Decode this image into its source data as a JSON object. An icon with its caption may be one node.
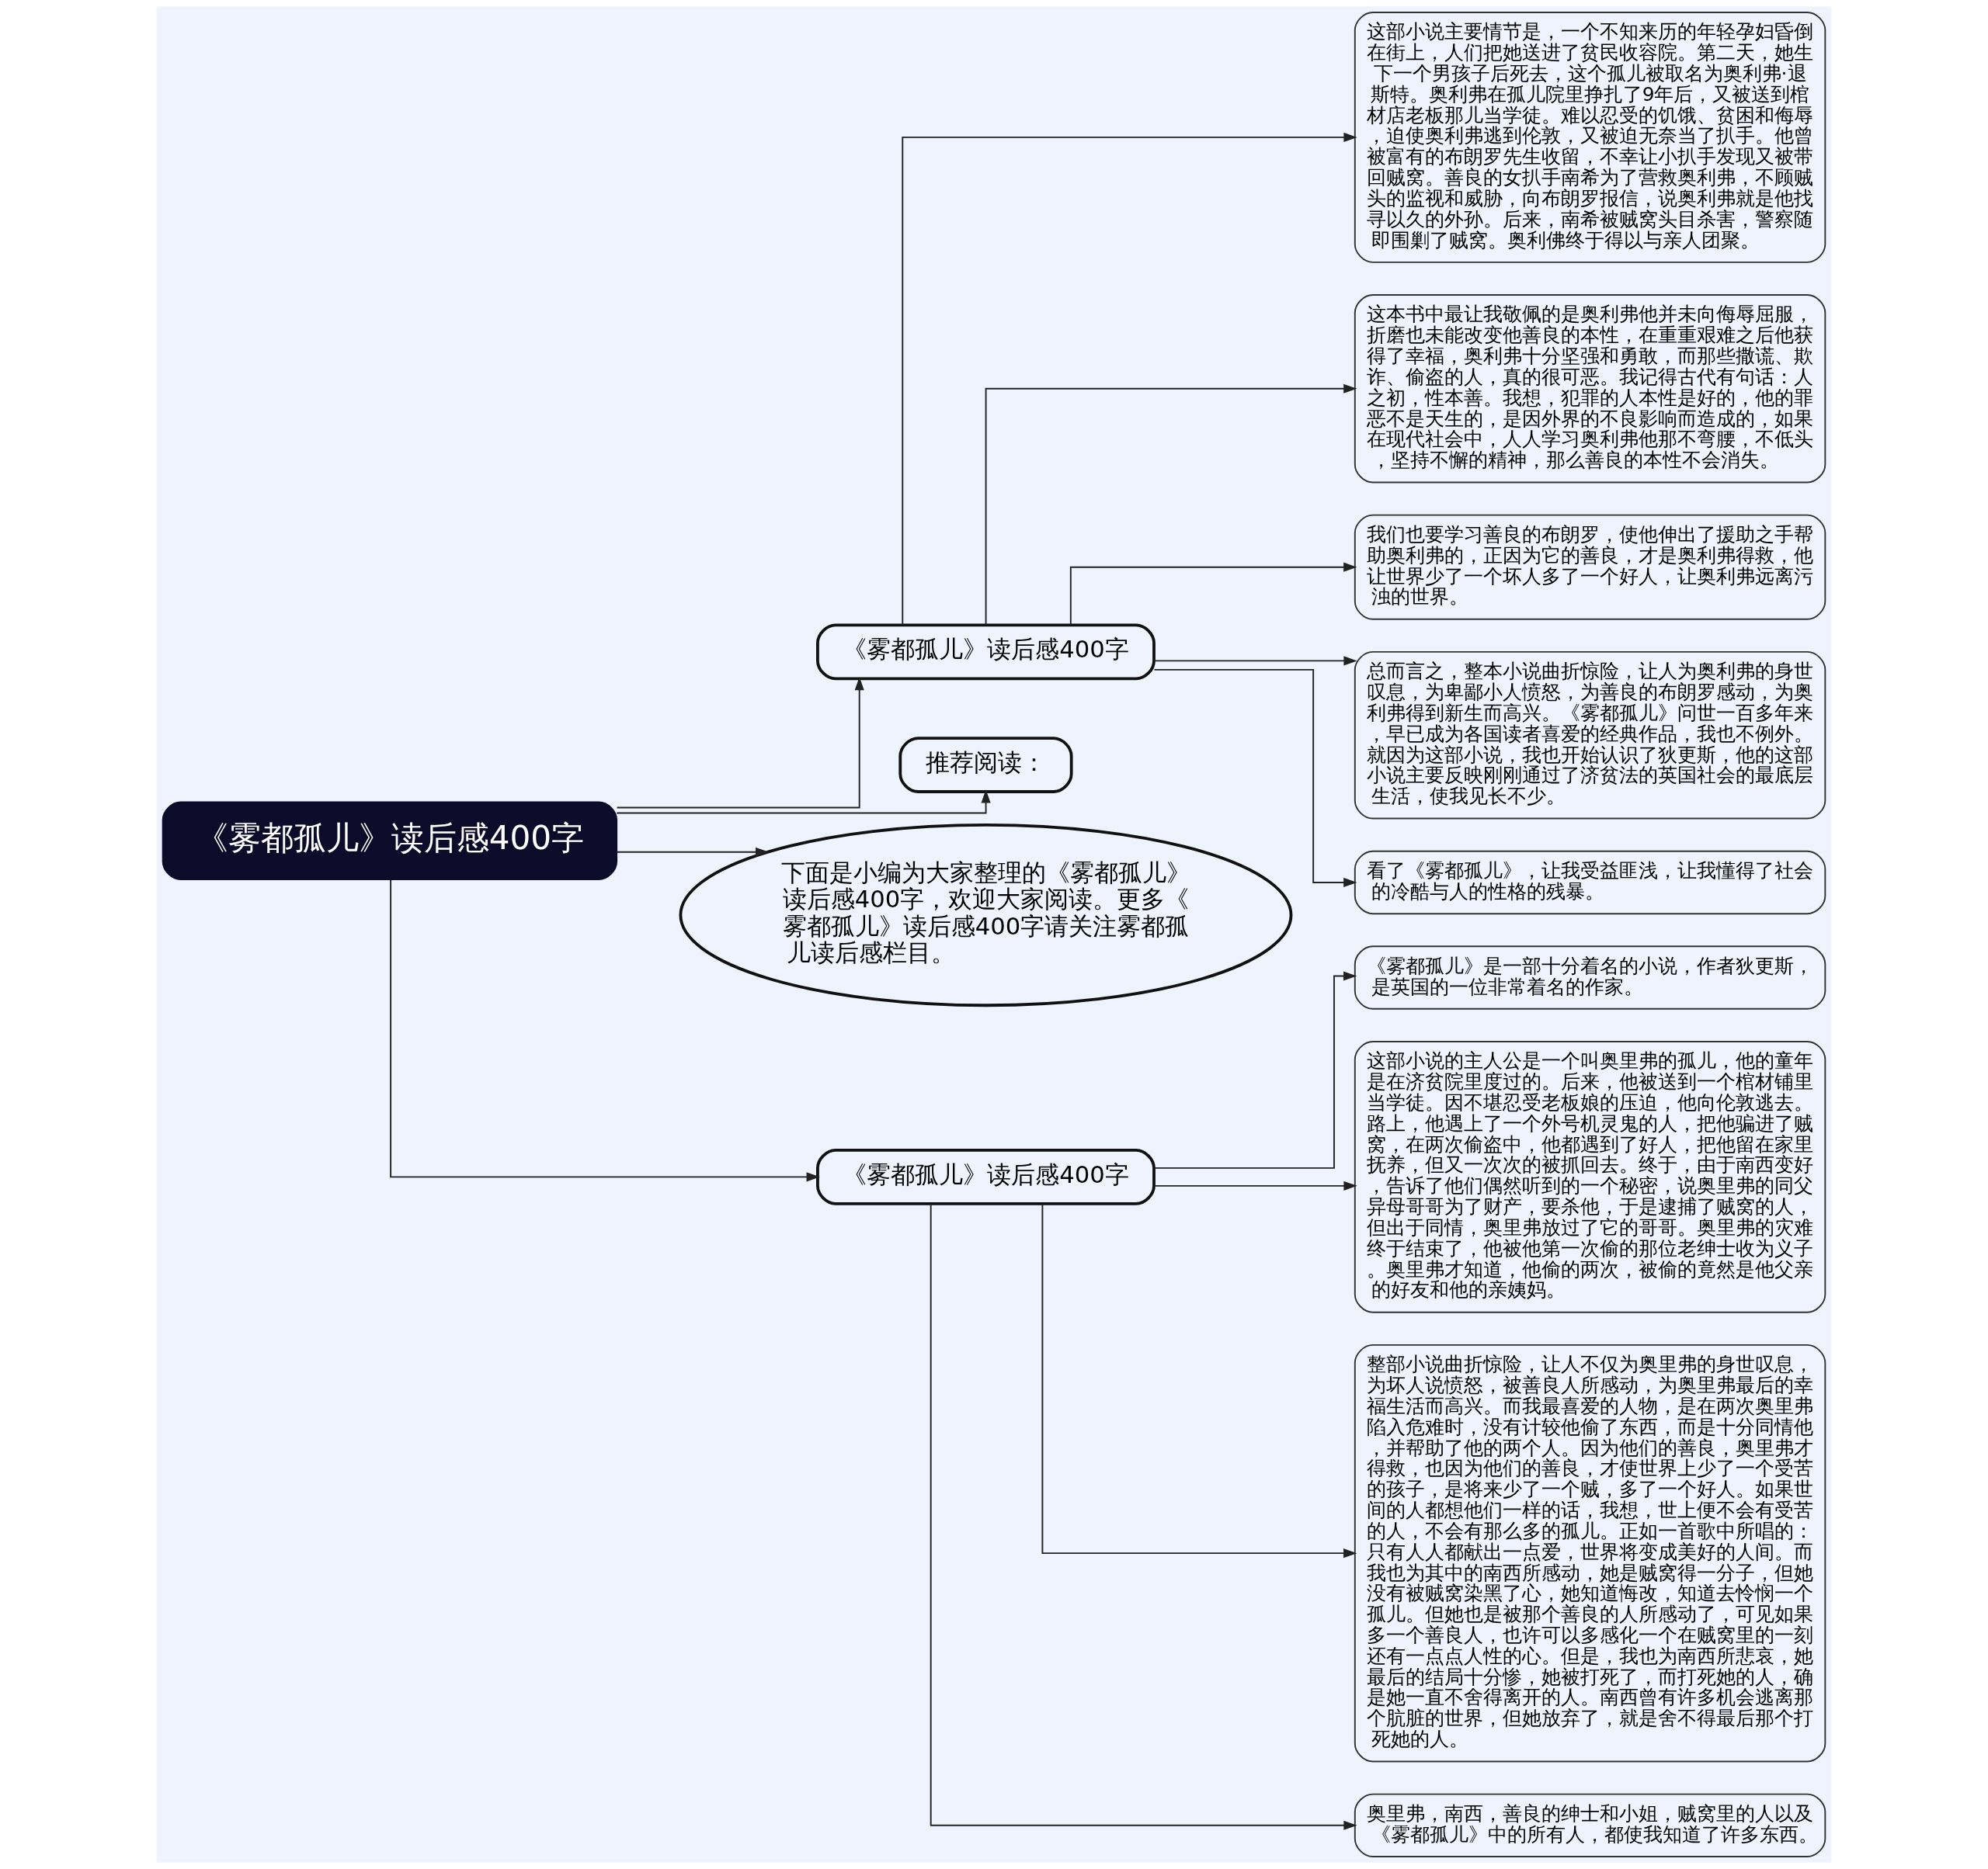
{
  "diagram": {
    "nodes": [
      {
        "text": [
          "《雾都孤儿》读后感400字"
        ]
      },
      {
        "text": [
          "《雾都孤儿》读后感400字"
        ]
      },
      {
        "text": [
          "这部小说主要情节是，一个不知来历的年轻孕妇昏倒在街上，人们把她送进了贫民收容院。第二天，她生下一个男孩子后死去，这个孤儿被取名为奥利弗·退斯特。奥利弗在孤儿院里挣扎了9年后，又被送到棺材店老板那儿当学徒。难以忍受的饥饿、贫困和侮辱，迫使奥利弗逃到伦敦，又被迫无奈当了扒手。他曾被富有的布朗罗先生收留，不幸让小扒手发现又被带回贼窝。善良的女扒手南希为了营救奥利弗，不顾贼头的监视和威胁，向布朗罗报信，说奥利弗就是他找寻以久的外孙。后来，南希被贼窝头目杀害，警察随即围剿了贼窝。奥利佛终于得以与亲人团聚。"
        ]
      },
      {
        "text": [
          "这本书中最让我敬佩的是奥利弗他并未向侮辱屈服，折磨也未能改变他善良的本性，在重重艰难之后他获得了幸福，奥利弗十分坚强和勇敢，而那些撒谎、欺诈、偷盗的人，真的很可恶。我记得古代有句话：人之初，性本善。我想，犯罪的人本性是好的，他的罪恶不是天生的，是因外界的不良影响而造成的，如果在现代社会中，人人学习奥利弗他那不弯腰，不低头，坚持不懈的精神，那么善良的本性不会消失。"
        ]
      },
      {
        "text": [
          "我们也要学习善良的布朗罗，使他伸出了援助之手帮助奥利弗的，正因为它的善良，才是奥利弗得救，他让世界少了一个坏人多了一个好人，让奥利弗远离污浊的世界。"
        ]
      },
      {
        "text": [
          "总而言之，整本小说曲折惊险，让人为奥利弗的身世叹息，为卑鄙小人愤怒，为善良的布朗罗感动，为奥利弗得到新生而高兴。《雾都孤儿》问世一百多年来，早已成为各国读者喜爱的经典作品，我也不例外。就因为这部小说，我也开始认识了狄更斯，他的这部小说主要反映刚刚通过了济贫法的英国社会的最底层生活，使我见长不少。"
        ]
      },
      {
        "text": [
          "看了《雾都孤儿》，让我受益匪浅，让我懂得了社会的冷酷与人的性格的残暴。"
        ]
      },
      {
        "text": [
          "推荐阅读："
        ]
      },
      {
        "text": [
          "下面是小编为大家整理的《雾都孤儿》读后感400字，欢迎大家阅读。更多《雾都孤儿》读后感400字请关注雾都孤儿读后感栏目。"
        ]
      },
      {
        "text": [
          "《雾都孤儿》读后感400字"
        ]
      },
      {
        "text": [
          "《雾都孤儿》是一部十分着名的小说，作者狄更斯，是英国的一位非常着名的作家。"
        ]
      },
      {
        "text": [
          "这部小说的主人公是一个叫奥里弗的孤儿，他的童年是在济贫院里度过的。后来，他被送到一个棺材铺里当学徒。因不堪忍受老板娘的压迫，他向伦敦逃去。路上，他遇上了一个外号机灵鬼的人，把他骗进了贼窝，在两次偷盗中，他都遇到了好人，把他留在家里抚养，但又一次次的被抓回去。终于，由于南西变好，告诉了他们偶然听到的一个秘密，说奥里弗的同父异母哥哥为了财产，要杀他，于是逮捕了贼窝的人，但出于同情，奥里弗放过了它的哥哥。奥里弗的灾难终于结束了，他被他第一次偷的那位老绅士收为义子。奥里弗才知道，他偷的两次，被偷的竟然是他父亲的好友和他的亲姨妈。"
        ]
      },
      {
        "text": [
          "整部小说曲折惊险，让人不仅为奥里弗的身世叹息，为坏人说愤怒，被善良人所感动，为奥里弗最后的幸福生活而高兴。而我最喜爱的人物，是在两次奥里弗陷入危难时，没有计较他偷了东西，而是十分同情他，并帮助了他的两个人。因为他们的善良，奥里弗才得救，也因为他们的善良，才使世界上少了一个受苦的孩子，是将来少了一个贼，多了一个好人。如果世间的人都想他们一样的话，我想，世上便不会有受苦的人，不会有那么多的孤儿。正如一首歌中所唱的：只有人人都献出一点爱，世界将变成美好的人间。而我也为其中的南西所感动，她是贼窝得一分子，但她没有被贼窝染黑了心，她知道悔改，知道去怜悯一个孤儿。但她也是被那个善良的人所感动了，可见如果多一个善良人，也许可以多感化一个在贼窝里的一刻还有一点点人性的心。但是，我也为南西所悲哀，她最后的结局十分惨，她被打死了，而打死她的人，确是她一直不舍得离开的人。南西曾有许多机会逃离那个肮脏的世界，但她放弃了，就是舍不得最后那个打死她的人。"
        ]
      },
      {
        "text": [
          "奥里弗，南西，善良的绅士和小姐，贼窝里的人以及《雾都孤儿》中的所有人，都使我知道了许多东西。"
        ]
      }
    ],
    "edges": [
      {
        "from": 0,
        "to": 1,
        "arrow": "to"
      },
      {
        "from": 1,
        "to": 2,
        "arrow": "to"
      },
      {
        "from": 1,
        "to": 3,
        "arrow": "to"
      },
      {
        "from": 1,
        "to": 4,
        "arrow": "to"
      },
      {
        "from": 1,
        "to": 5,
        "arrow": "to"
      },
      {
        "from": 1,
        "to": 6,
        "arrow": "to"
      },
      {
        "from": 0,
        "to": 7,
        "arrow": "to"
      },
      {
        "from": 0,
        "to": 8,
        "arrow": "to"
      },
      {
        "from": 0,
        "to": 9,
        "arrow": "to"
      },
      {
        "from": 9,
        "to": 10,
        "arrow": "to"
      },
      {
        "from": 9,
        "to": 11,
        "arrow": "to"
      },
      {
        "from": 9,
        "to": 12,
        "arrow": "to"
      },
      {
        "from": 9,
        "to": 13,
        "arrow": "to"
      }
    ]
  }
}
